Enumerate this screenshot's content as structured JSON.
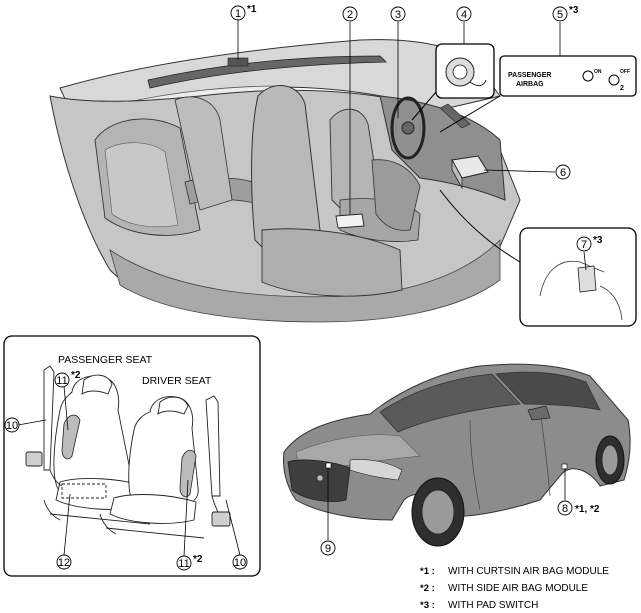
{
  "callouts": {
    "c1": {
      "num": "1",
      "note": "*1"
    },
    "c2": {
      "num": "2"
    },
    "c3": {
      "num": "3"
    },
    "c4": {
      "num": "4"
    },
    "c5": {
      "num": "5",
      "note": "*3"
    },
    "c6": {
      "num": "6"
    },
    "c7": {
      "num": "7",
      "note": "*3"
    },
    "c8": {
      "num": "8",
      "note": "*1, *2"
    },
    "c9": {
      "num": "9"
    },
    "c10a": {
      "num": "10"
    },
    "c10b": {
      "num": "10"
    },
    "c11a": {
      "num": "11",
      "note": "*2"
    },
    "c11b": {
      "num": "11",
      "note": "*2"
    },
    "c12": {
      "num": "12"
    }
  },
  "labels": {
    "passenger_seat": "PASSENGER SEAT",
    "driver_seat": "DRIVER SEAT",
    "passenger_airbag_line1": "PASSENGER",
    "passenger_airbag_line2": "AIRBAG",
    "on": "ON",
    "off": "OFF",
    "two": "2"
  },
  "legend": [
    {
      "key": "*1 :",
      "text": "WITH CURTSIN AIR BAG MODULE"
    },
    {
      "key": "*2 :",
      "text": "WITH SIDE AIR BAG MODULE"
    },
    {
      "key": "*3 :",
      "text": "WITH PAD SWITCH"
    }
  ]
}
